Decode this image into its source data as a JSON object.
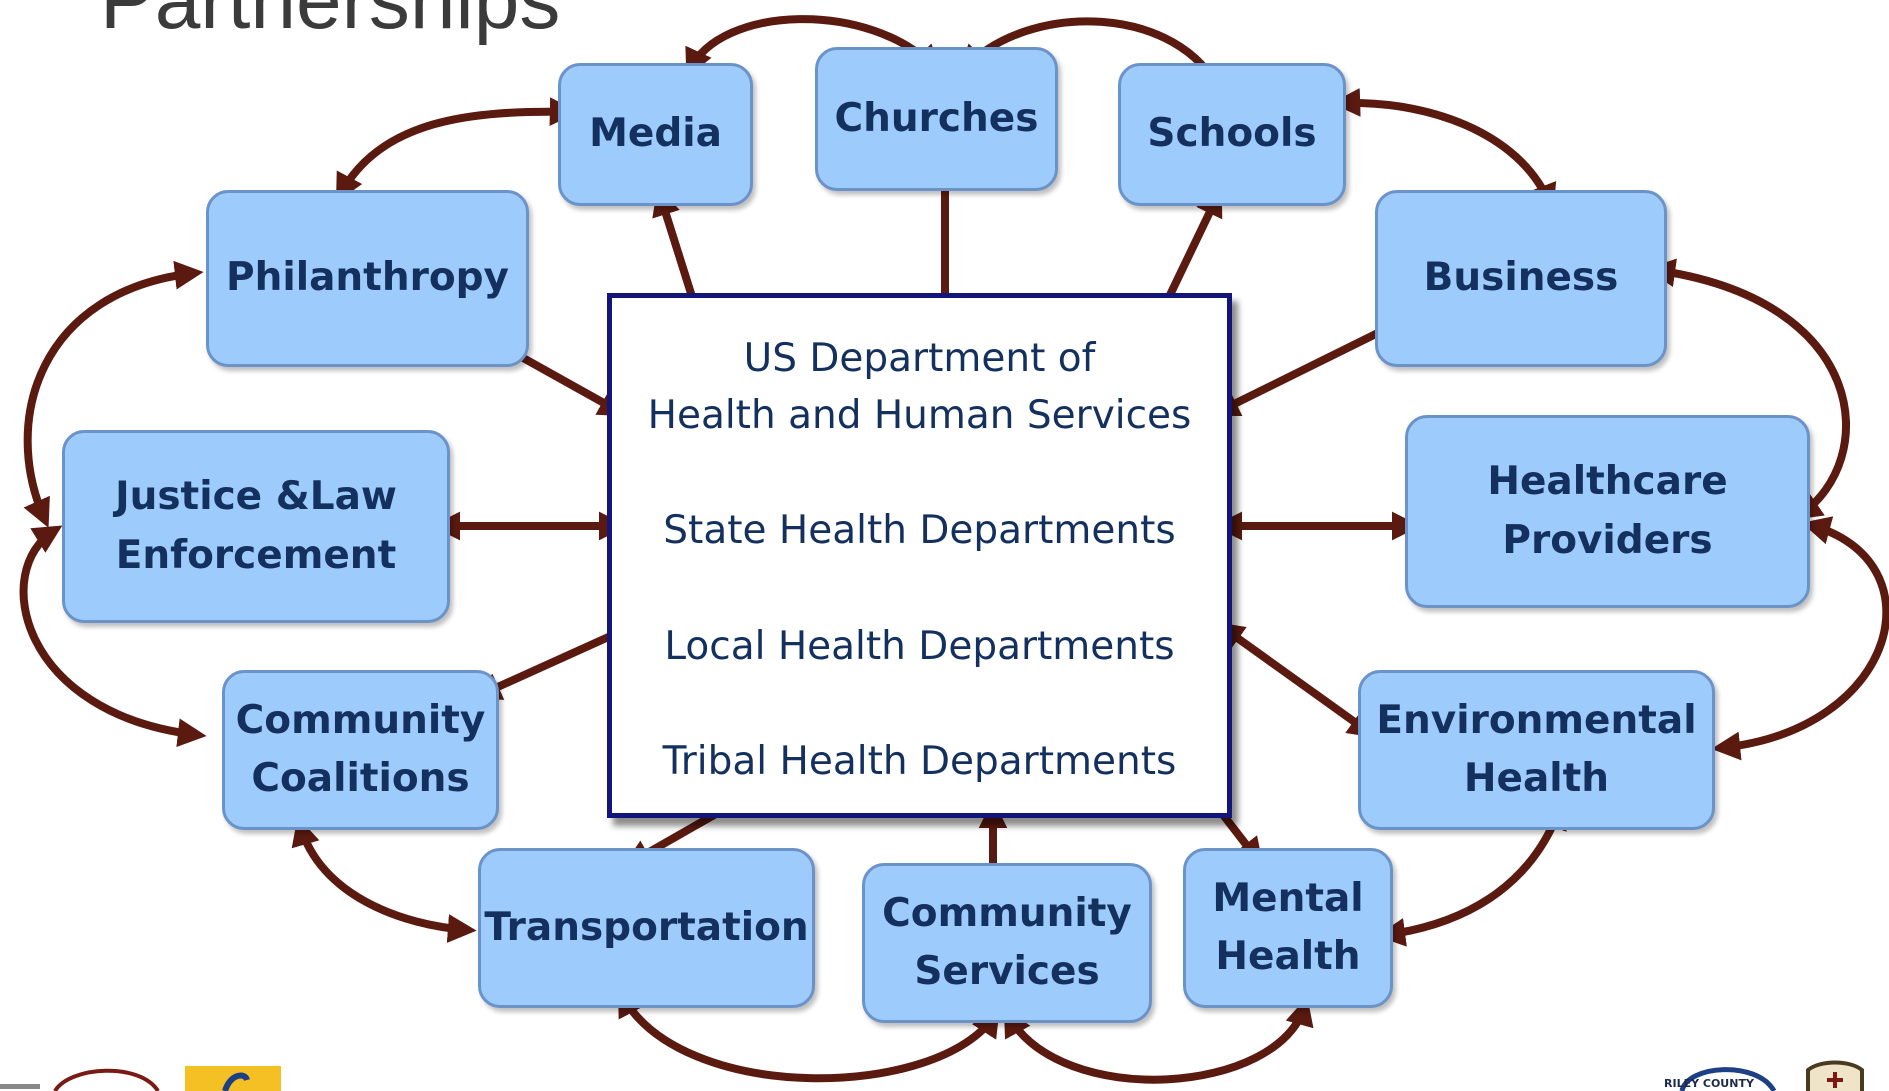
{
  "title": "Partnerships",
  "center": {
    "lines": [
      "US Department of",
      "Health and Human Services",
      "State Health Departments",
      "Local Health Departments",
      "Tribal Health Departments"
    ]
  },
  "nodes": {
    "media": "Media",
    "churches": "Churches",
    "schools": "Schools",
    "philanthropy": "Philanthropy",
    "business": "Business",
    "justice": "Justice &Law\nEnforcement",
    "healthcare": "Healthcare\nProviders",
    "coalitions": "Community\nCoalitions",
    "environmental": "Environmental\nHealth",
    "transportation": "Transportation",
    "services": "Community\nServices",
    "mental": "Mental\nHealth"
  },
  "colors": {
    "node_fill": "#9dcbfb",
    "node_border": "#6b93c9",
    "node_text": "#14305e",
    "center_border": "#14157a",
    "arrow": "#5a1a10"
  },
  "logos": {
    "bottom_right_text": "RILEY COUNTY"
  }
}
